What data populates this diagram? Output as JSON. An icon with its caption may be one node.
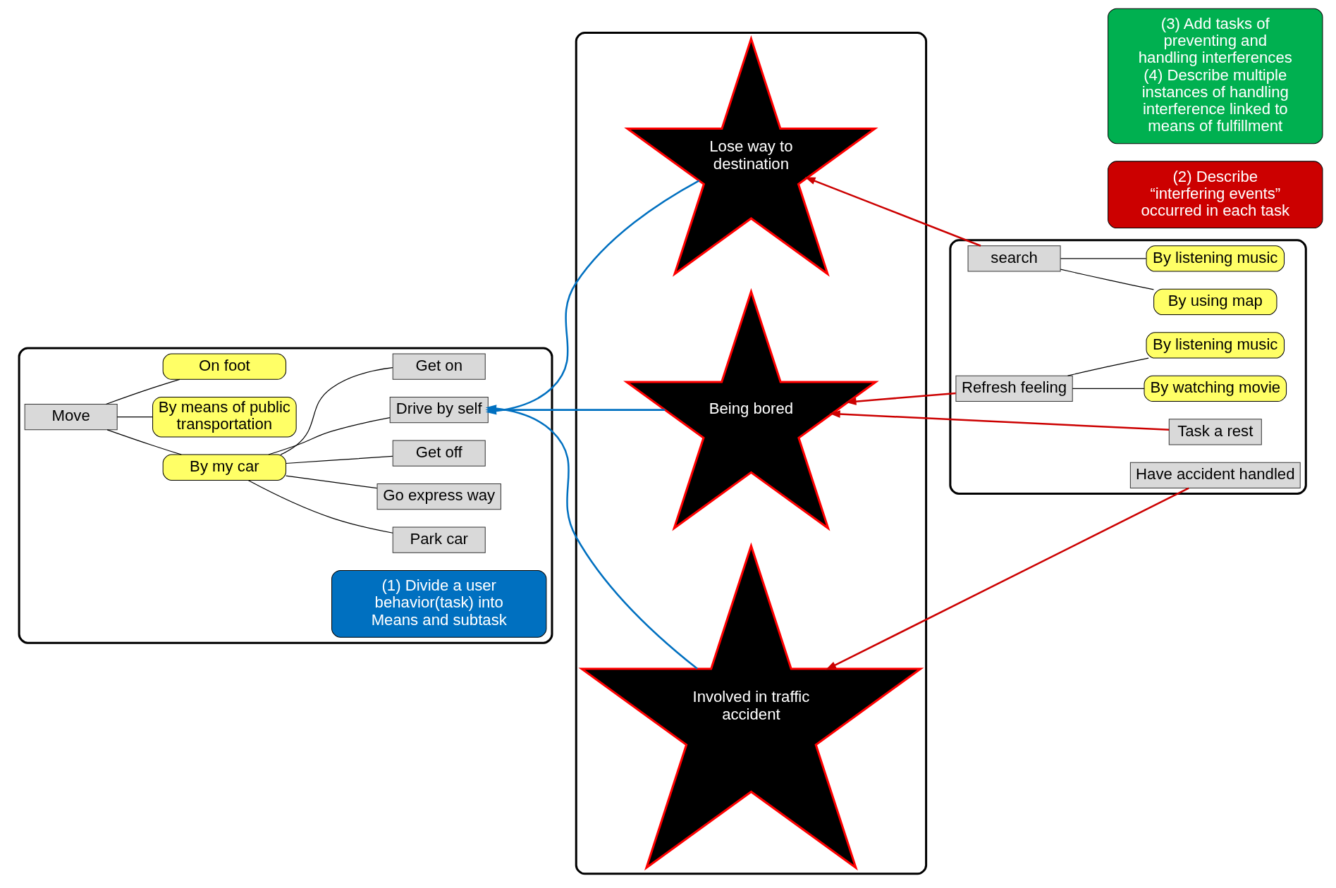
{
  "diagram": {
    "nodes": [
      {
        "text": [],
        "shape": "box"
      },
      {
        "text": [
          "Move"
        ],
        "in": 0
      },
      {
        "text": [
          "By my car"
        ],
        "in": 0
      },
      {
        "text": [
          "On foot"
        ],
        "in": 0
      },
      {
        "text": [
          "By means of public transportation"
        ],
        "in": 0
      },
      {
        "text": [
          "Get on"
        ],
        "in": 0
      },
      {
        "text": [
          "Drive by self"
        ],
        "in": 0
      },
      {
        "text": [
          "Get off"
        ],
        "in": 0
      },
      {
        "text": [
          "Go express way"
        ],
        "in": 0
      },
      {
        "text": [
          "Park car"
        ],
        "in": 0
      },
      {
        "text": [
          "(1) Divide a user behavior(task) into Means and subtask"
        ],
        "in": 0
      },
      {
        "text": [],
        "shape": "box"
      },
      {
        "text": [
          "Being bored"
        ],
        "in": 11
      },
      {
        "text": [
          "Involved in traffic accident"
        ],
        "in": 11
      },
      {
        "text": [
          "Lose way to destination"
        ],
        "in": 11
      },
      {
        "text": [
          "(2) Describe “interfering events” occurred in each task"
        ]
      },
      {
        "text": [],
        "shape": "box"
      },
      {
        "text": [
          "Task a rest"
        ],
        "in": 16
      },
      {
        "text": [
          "Refresh feeling"
        ],
        "in": 16
      },
      {
        "text": [
          "By listening music"
        ],
        "in": 16
      },
      {
        "text": [
          "By watching movie"
        ],
        "in": 16
      },
      {
        "text": [
          "Have accident handled"
        ],
        "in": 16
      },
      {
        "text": [
          "search"
        ],
        "in": 16
      },
      {
        "text": [
          "By listening music"
        ],
        "in": 16
      },
      {
        "text": [
          "By using map"
        ],
        "in": 16
      },
      {
        "text": [
          "(3) Add tasks of preventing and handling interferences",
          "(4) Describe multiple instances of handling interference linked to means of fulfillment"
        ]
      }
    ],
    "edges": [
      {
        "from": 2,
        "to": 1,
        "arrow": "none"
      },
      {
        "from": 3,
        "to": 1,
        "arrow": "none"
      },
      {
        "from": 4,
        "to": 1,
        "arrow": "none"
      },
      {
        "from": 5,
        "to": 2,
        "arrow": "none"
      },
      {
        "from": 6,
        "to": 2,
        "arrow": "none"
      },
      {
        "from": 7,
        "to": 2,
        "arrow": "none"
      },
      {
        "from": 8,
        "to": 2,
        "arrow": "none"
      },
      {
        "from": 9,
        "to": 2,
        "arrow": "none"
      },
      {
        "from": 12,
        "to": 6,
        "arrow": "to",
        "color": "#0070c0"
      },
      {
        "from": 13,
        "to": 6,
        "arrow": "to",
        "color": "#0070c0"
      },
      {
        "from": 14,
        "to": 6,
        "arrow": "to",
        "color": "#0070c0"
      },
      {
        "from": 17,
        "to": 12,
        "arrow": "to",
        "color": "#cc0000"
      },
      {
        "from": 18,
        "to": 12,
        "arrow": "to",
        "color": "#cc0000"
      },
      {
        "from": 21,
        "to": 13,
        "arrow": "to",
        "color": "#cc0000"
      },
      {
        "from": 22,
        "to": 14,
        "arrow": "to",
        "color": "#cc0000"
      },
      {
        "from": 19,
        "to": 18,
        "arrow": "none"
      },
      {
        "from": 20,
        "to": 18,
        "arrow": "none"
      },
      {
        "from": 23,
        "to": 22,
        "arrow": "none"
      },
      {
        "from": 24,
        "to": 22,
        "arrow": "none"
      }
    ]
  }
}
